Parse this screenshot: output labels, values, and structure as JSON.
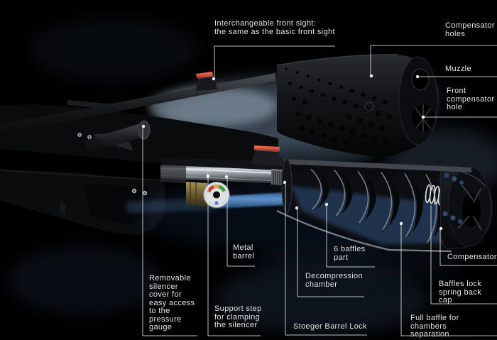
{
  "callouts": {
    "interchangeable_front_sight": {
      "label": "Interchangeable front sight:\nthe same as the basic front sight"
    },
    "compensator_holes": {
      "label": "Compensator\nholes"
    },
    "muzzle": {
      "label": "Muzzle"
    },
    "front_compensator_hole": {
      "label": "Front\ncompensator\nhole"
    },
    "removable_silencer_cover": {
      "label": "Removable\nsilencer\ncover for\neasy access\nto the\npressure\ngauge"
    },
    "support_step": {
      "label": "Support step\nfor clamping\nthe silencer"
    },
    "metal_barrel": {
      "label": "Metal\nbarrel"
    },
    "stoeger_barrel_lock": {
      "label": "Stoeger Barrel Lock"
    },
    "decompression_chamber": {
      "label": "Decompression\nchamber"
    },
    "six_baffles": {
      "label": "6 baffles\npart"
    },
    "compensator": {
      "label": "Compensator"
    },
    "baffles_lock": {
      "label": "Baffles lock\nspring back cap"
    },
    "full_baffle": {
      "label": "Full baffle for chambers\nseparation"
    }
  },
  "colors": {
    "background": "#000000",
    "callout_line": "#e9edf1",
    "label_text": "#e3e5e7",
    "fiber_optic_red": "#e8492f",
    "decompression_blue": "#4d86c6",
    "gauge_red": "#c93a2b",
    "gauge_yellow": "#dfa928",
    "gauge_green": "#43993f"
  }
}
